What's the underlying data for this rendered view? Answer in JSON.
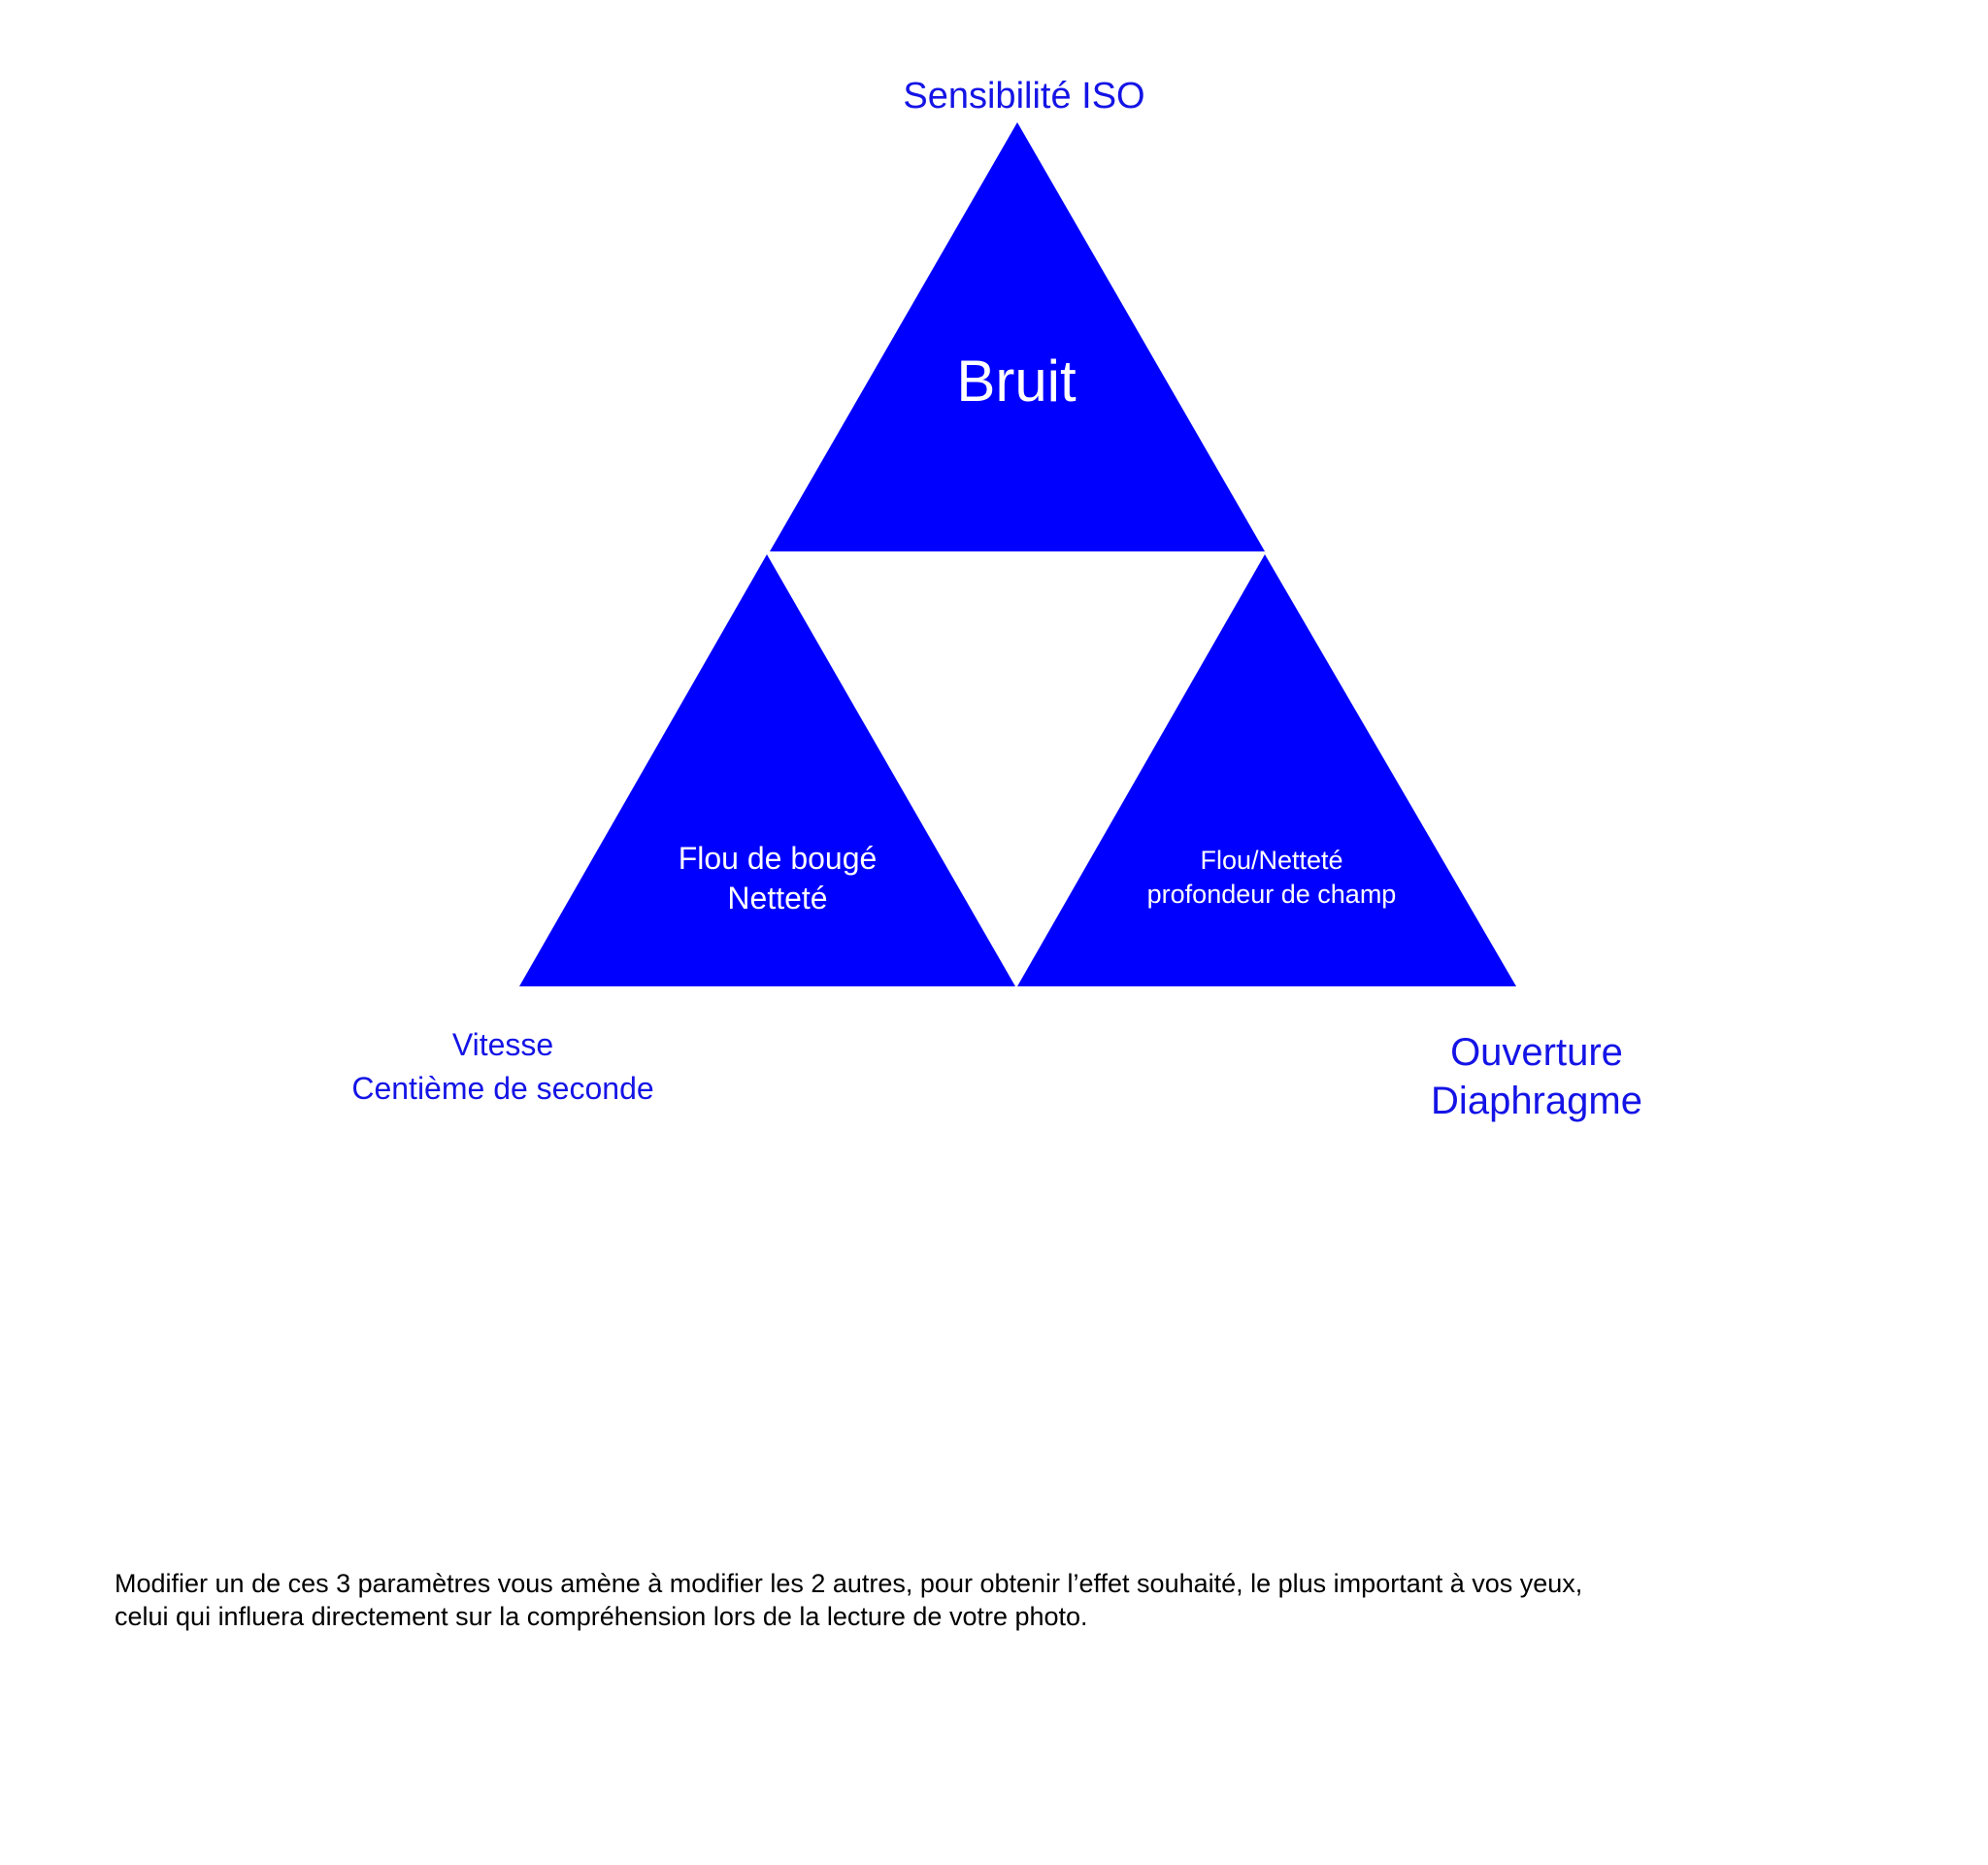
{
  "colors": {
    "triangle_fill": "#0000ff",
    "label_color": "#1414e6",
    "inner_text_color": "#ffffff",
    "note_color": "#000000",
    "background": "#ffffff"
  },
  "corners": {
    "top": {
      "line1": "Sensibilité ISO"
    },
    "left": {
      "line1": "Vitesse",
      "line2": "Centième de seconde"
    },
    "right": {
      "line1": "Ouverture",
      "line2": "Diaphragme"
    }
  },
  "triangles": {
    "top": {
      "line1": "Bruit"
    },
    "left": {
      "line1": "Flou de bougé",
      "line2": "Netteté"
    },
    "right": {
      "line1": "Flou/Netteté",
      "line2": "profondeur de champ"
    }
  },
  "note": {
    "line1": "Modifier un de ces 3 paramètres vous amène à modifier les 2 autres, pour obtenir l’effet souhaité, le plus important à vos yeux,",
    "line2": "celui qui influera directement sur la compréhension lors de la lecture de votre photo."
  }
}
